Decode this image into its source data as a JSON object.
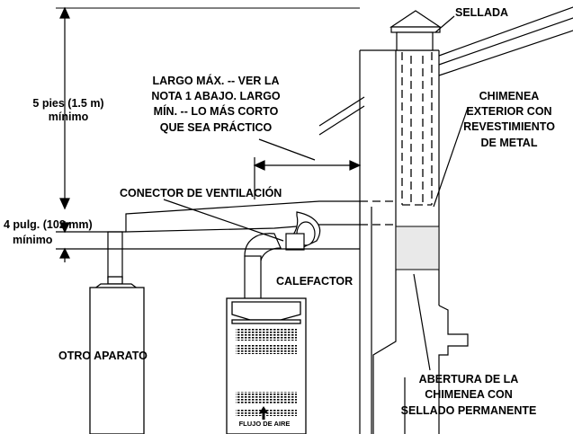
{
  "labels": {
    "sealed": "SELLADA",
    "height_line1": "5 pies (1.5 m)",
    "height_line2": "mínimo",
    "length_line1": "LARGO MÁX. -- VER LA",
    "length_line2": "NOTA 1 ABAJO. LARGO",
    "length_line3": "MÍN. -- LO MÁS CORTO",
    "length_line4": "QUE SEA PRÁCTICO",
    "chimney_line1": "CHIMENEA",
    "chimney_line2": "EXTERIOR CON",
    "chimney_line3": "REVESTIMIENTO",
    "chimney_line4": "DE METAL",
    "vent_connector": "CONECTOR DE VENTILACIÓN",
    "clearance_line1": "4 pulg. (102 mm)",
    "clearance_line2": "mínimo",
    "furnace": "CALEFACTOR",
    "other_appliance": "OTRO APARATO",
    "opening_line1": "ABERTURA DE LA",
    "opening_line2": "CHIMENEA CON",
    "opening_line3": "SELLADO PERMANENTE",
    "airflow": "FLUJO DE AIRE"
  }
}
